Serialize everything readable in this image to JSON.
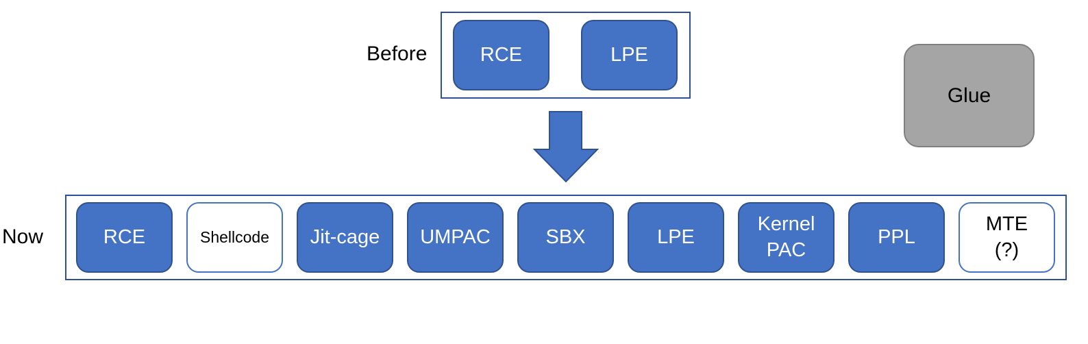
{
  "before": {
    "label": "Before",
    "items": [
      "RCE",
      "LPE"
    ]
  },
  "now": {
    "label": "Now",
    "items": [
      {
        "lines": [
          "RCE"
        ],
        "style": "filled"
      },
      {
        "lines": [
          "Shellcode"
        ],
        "style": "outline"
      },
      {
        "lines": [
          "Jit-cage"
        ],
        "style": "filled"
      },
      {
        "lines": [
          "UMPAC"
        ],
        "style": "filled"
      },
      {
        "lines": [
          "SBX"
        ],
        "style": "filled"
      },
      {
        "lines": [
          "LPE"
        ],
        "style": "filled"
      },
      {
        "lines": [
          "Kernel",
          "PAC"
        ],
        "style": "filled"
      },
      {
        "lines": [
          "PPL"
        ],
        "style": "filled"
      },
      {
        "lines": [
          "MTE",
          "(?)"
        ],
        "style": "outline"
      }
    ]
  },
  "legend": {
    "glue_label": "Glue"
  },
  "colors": {
    "primary_fill": "#4472C4",
    "primary_border": "#2F528F",
    "frame_border": "#2F4F9A",
    "glue_fill": "#A5A5A5"
  }
}
